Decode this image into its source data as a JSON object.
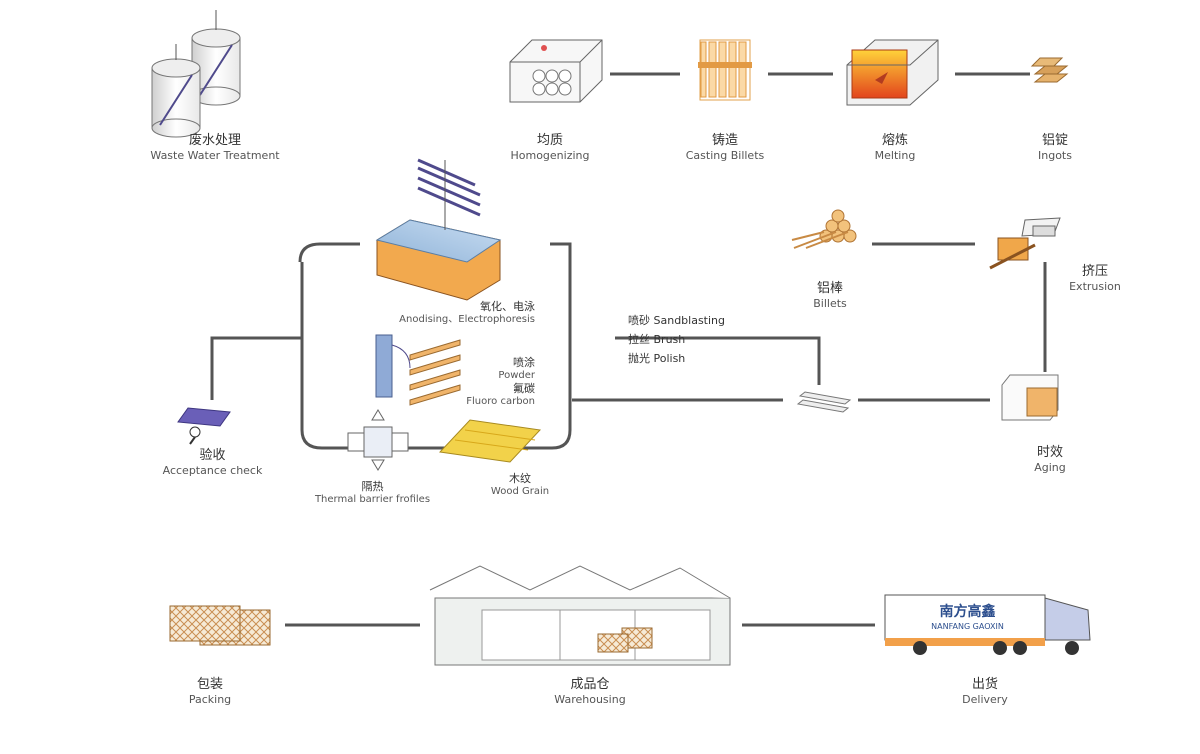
{
  "steps": {
    "waste_water": {
      "cn": "废水处理",
      "en": "Waste Water Treatment"
    },
    "homogenizing": {
      "cn": "均质",
      "en": "Homogenizing"
    },
    "casting": {
      "cn": "铸造",
      "en": "Casting Billets"
    },
    "melting": {
      "cn": "熔炼",
      "en": "Melting"
    },
    "ingots": {
      "cn": "铝锭",
      "en": "Ingots"
    },
    "billets": {
      "cn": "铝棒",
      "en": "Billets"
    },
    "extrusion": {
      "cn": "挤压",
      "en": "Extrusion"
    },
    "anodising": {
      "cn": "氧化、电泳",
      "en": "Anodising、Electrophoresis"
    },
    "powder": {
      "cn": "喷涂",
      "en": "Powder",
      "cn2": "氟碳",
      "en2": "Fluoro carbon"
    },
    "thermal": {
      "cn": "隔热",
      "en": "Thermal barrier frofiles"
    },
    "wood": {
      "cn": "木纹",
      "en": "Wood Grain"
    },
    "acceptance": {
      "cn": "验收",
      "en": "Acceptance check"
    },
    "aging": {
      "cn": "时效",
      "en": "Aging"
    },
    "packing": {
      "cn": "包装",
      "en": "Packing"
    },
    "warehousing": {
      "cn": "成品仓",
      "en": "Warehousing"
    },
    "delivery": {
      "cn": "出货",
      "en": "Delivery"
    }
  },
  "finishing": {
    "sandblasting": "喷砂 Sandblasting",
    "brush": "拉丝 Brush",
    "polish": "抛光 Polish"
  },
  "truck": {
    "brand_cn": "南方高鑫",
    "brand_en": "NANFANG GAOXIN"
  },
  "colors": {
    "line": "#555555",
    "orange": "#f5a94e",
    "purple": "#4f4a8c",
    "truck_white": "#ffffff"
  }
}
